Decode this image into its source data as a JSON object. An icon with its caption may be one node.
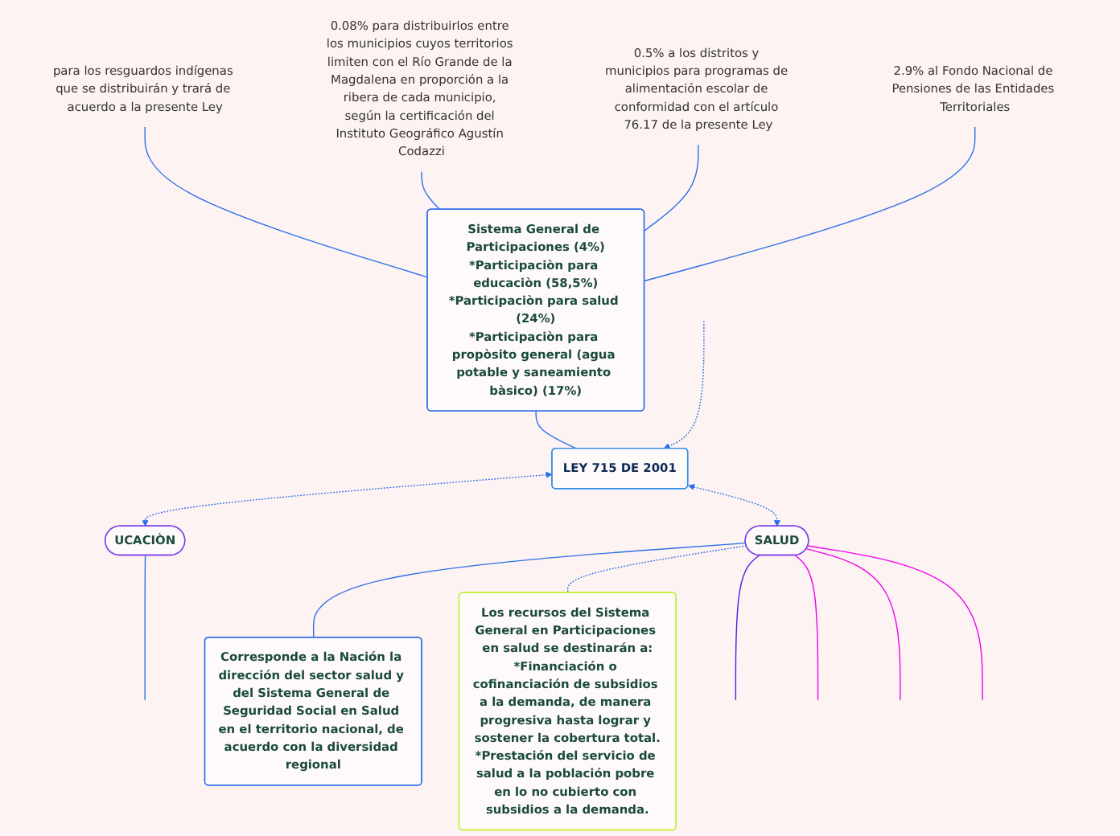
{
  "diagram": {
    "nodes": [
      {
        "text": [
          "para los resguardos indígenas que se distribuirán y trará de acuerdo a la presente Ley"
        ]
      },
      {
        "text": [
          "0.08% para distribuirlos entre los municipios cuyos territorios limiten con el Río Grande de la Magdalena en proporción a la ribera de cada municipio, según la certificación del Instituto Geográfico Agustín Codazzi"
        ]
      },
      {
        "text": [
          "0.5% a los distritos y municipios para programas de alimentación escolar de conformidad con el artículo 76.17 de la presente Ley"
        ]
      },
      {
        "text": [
          "2.9% al Fondo Nacional de Pensiones de las Entidades Territoriales"
        ]
      },
      {
        "text": [
          "Sistema General de Participaciones (4%)",
          "*Participaciòn para educaciòn (58,5%)",
          "*Participaciòn para salud (24%)",
          "*Participaciòn para propòsito general (agua potable y saneamiento bàsico) (17%)"
        ]
      },
      {
        "text": [
          "LEY 715 DE 2001"
        ]
      },
      {
        "text": [
          "UCACIÒN"
        ]
      },
      {
        "text": [
          "SALUD"
        ]
      },
      {
        "text": [
          "Corresponde a la Nación la dirección del sector salud y del Sistema General de Seguridad Social en Salud en el territorio nacional, de acuerdo con la diversidad regional"
        ]
      },
      {
        "text": [
          "Los recursos del Sistema General en Participaciones en salud se destinarán a:",
          "*Financiación o cofinanciación de subsidios a la demanda, de manera progresiva hasta lograr y sostener la cobertura total.",
          "*Prestación del servicio de salud a la población pobre en lo no cubierto con subsidios a la demanda."
        ]
      }
    ],
    "edges": [
      {
        "from": 0,
        "to": 4,
        "arrow": "none"
      },
      {
        "from": 1,
        "to": 4,
        "arrow": "none"
      },
      {
        "from": 2,
        "to": 4,
        "arrow": "none"
      },
      {
        "from": 3,
        "to": 4,
        "arrow": "none"
      },
      {
        "from": 4,
        "to": 5,
        "arrow": "none"
      },
      {
        "from": 5,
        "to": 6,
        "arrow": "both",
        "style": "dashed"
      },
      {
        "from": 5,
        "to": 7,
        "arrow": "both",
        "style": "dashed"
      },
      {
        "from": null,
        "to": 5,
        "arrow": "to",
        "style": "dashed"
      },
      {
        "from": 7,
        "to": 8,
        "arrow": "none"
      },
      {
        "from": 7,
        "to": 9,
        "arrow": "none",
        "style": "dashed"
      },
      {
        "from": 6,
        "to": null,
        "arrow": "none"
      },
      {
        "from": 7,
        "to": null,
        "arrow": "none",
        "color": "#4a1ee8"
      },
      {
        "from": 7,
        "to": null,
        "arrow": "none",
        "color": "#ee00ee"
      },
      {
        "from": 7,
        "to": null,
        "arrow": "none",
        "color": "#ee00ee"
      },
      {
        "from": 7,
        "to": null,
        "arrow": "none",
        "color": "#ee00ee"
      }
    ]
  }
}
